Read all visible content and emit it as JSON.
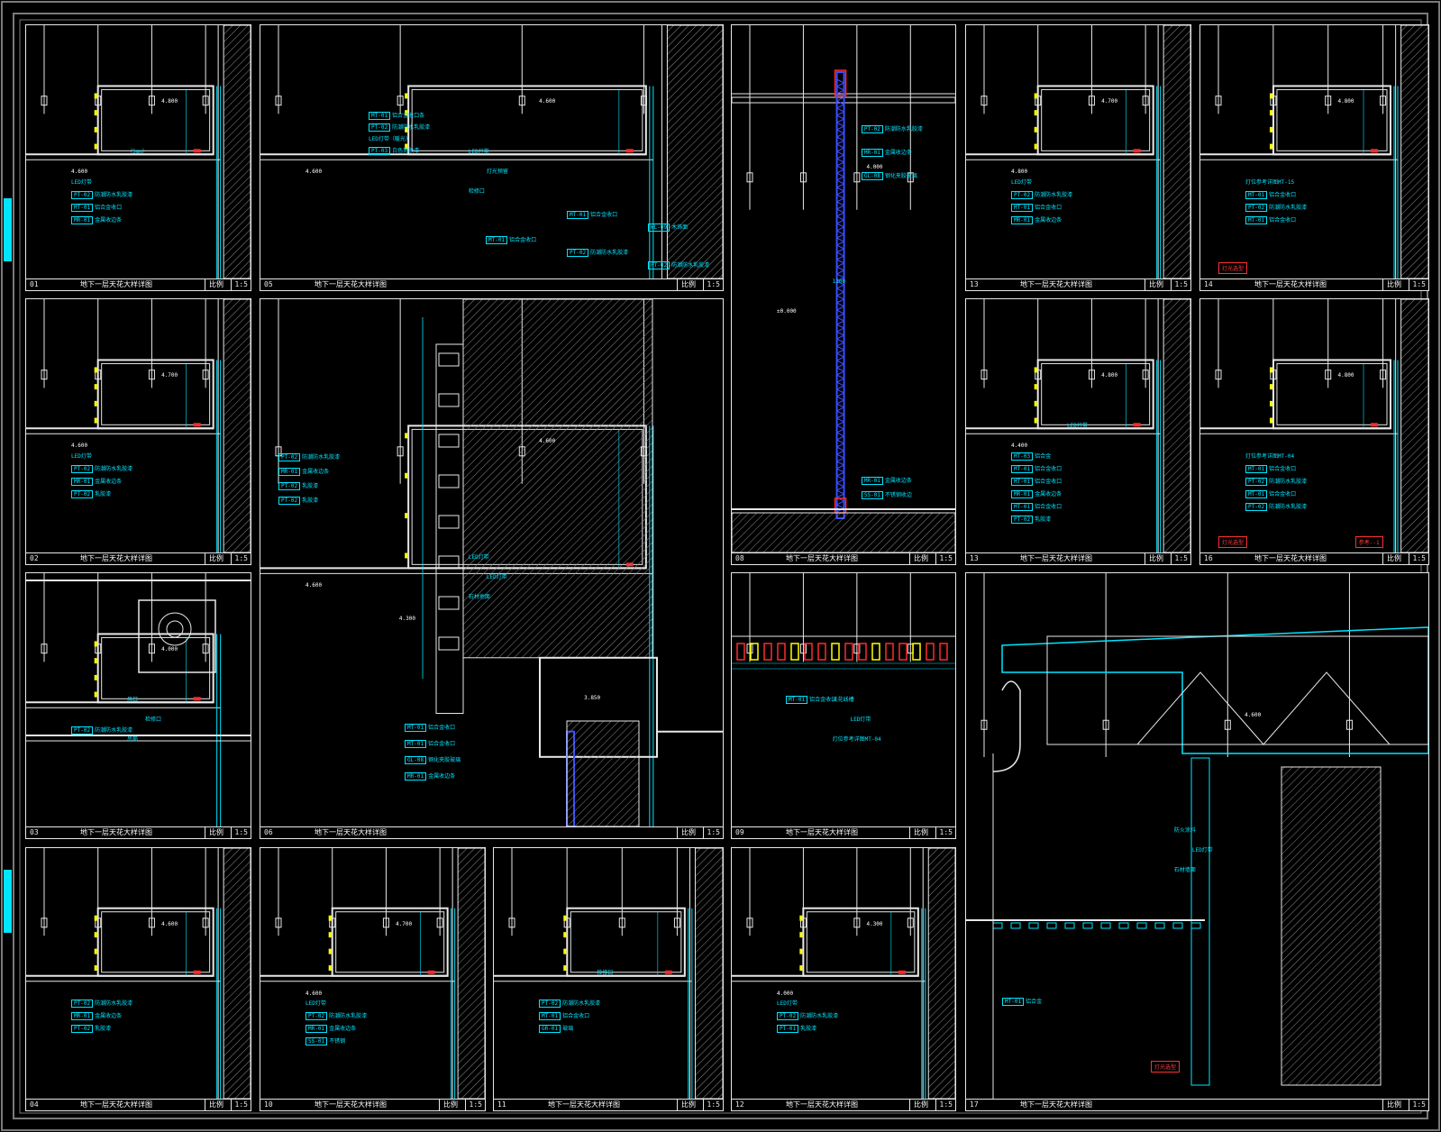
{
  "colors": {
    "frame": "#7a7a7a",
    "line": "#e8e8e8",
    "cyan": "#00e5ff",
    "red": "#ff2a2a",
    "yellow": "#ffff00",
    "blue": "#3a4dff",
    "hatch": "#8a8a8a"
  },
  "panels": [
    {
      "id": "p01",
      "no": "01",
      "title": "地下一层天花大样详图",
      "scale_label": "比例",
      "scale": "1:5",
      "elev": [
        "4.800",
        "4.600"
      ],
      "tags": [
        [
          "",
          "LED灯带"
        ],
        [
          "PT-02",
          "防潮防水乳胶漆"
        ],
        [
          "MT-01",
          "铝合金收口"
        ],
        [
          "MR-01",
          "金属收边条"
        ]
      ],
      "notes": [
        "（5mm）"
      ]
    },
    {
      "id": "p05",
      "no": "05",
      "title": "地下一层天花大样详图",
      "scale_label": "比例",
      "scale": "1:5",
      "elev": [
        "4.600",
        "4.600"
      ],
      "tags": [
        [
          "MT-01",
          "铝合金收口条"
        ],
        [
          "PT-02",
          "防潮防水乳胶漆"
        ],
        [
          "",
          "LED灯带（暖光）"
        ],
        [
          "PT-03",
          "白色乳胶漆"
        ],
        [
          "MT-01",
          "铝合金收口"
        ],
        [
          "WL-09",
          "木饰面"
        ],
        [
          "MT-01",
          "铝合金收口"
        ],
        [
          "PT-02",
          "防潮防水乳胶漆"
        ],
        [
          "PT-02",
          "防潮防水乳胶漆"
        ]
      ],
      "notes": [
        "LED灯带",
        "灯光预留",
        "检修口"
      ]
    },
    {
      "id": "p08",
      "no": "08",
      "title": "地下一层天花大样详图",
      "scale_label": "比例",
      "scale": "1:5",
      "elev": [
        "4.000",
        "±0.000"
      ],
      "tags": [
        [
          "PT-02",
          "防潮防水乳胶漆"
        ],
        [
          "MR-01",
          "金属收边条"
        ],
        [
          "GL-08",
          "钢化夹胶玻璃"
        ],
        [
          "MR-01",
          "金属收边条"
        ],
        [
          "SS-01",
          "不锈钢收边"
        ]
      ],
      "notes": [
        "1200"
      ]
    },
    {
      "id": "p13a",
      "no": "13",
      "title": "地下一层天花大样详图",
      "scale_label": "比例",
      "scale": "1:5",
      "elev": [
        "4.700",
        "4.800"
      ],
      "tags": [
        [
          "",
          "LED灯带"
        ],
        [
          "PT-02",
          "防潮防水乳胶漆"
        ],
        [
          "MT-01",
          "铝合金收口"
        ],
        [
          "MR-01",
          "金属收边条"
        ]
      ],
      "notes": []
    },
    {
      "id": "p14",
      "no": "14",
      "title": "地下一层天花大样详图",
      "scale_label": "比例",
      "scale": "1:5",
      "elev": [
        "4.800"
      ],
      "tags": [
        [
          "",
          "灯位参考详图MT-15"
        ],
        [
          "MT-01",
          "铝合金收口"
        ],
        [
          "PT-02",
          "防潮防水乳胶漆"
        ],
        [
          "MT-01",
          "铝合金收口"
        ]
      ],
      "notes": [],
      "rnotes": [
        "灯光选型"
      ]
    },
    {
      "id": "p02",
      "no": "02",
      "title": "地下一层天花大样详图",
      "scale_label": "比例",
      "scale": "1:5",
      "elev": [
        "4.700",
        "4.600"
      ],
      "tags": [
        [
          "",
          "LED灯带"
        ],
        [
          "PT-02",
          "防潮防水乳胶漆"
        ],
        [
          "MR-01",
          "金属收边条"
        ],
        [
          "PT-02",
          "乳胶漆"
        ]
      ],
      "notes": []
    },
    {
      "id": "p06",
      "no": "06",
      "title": "地下一层天花大样详图",
      "scale_label": "比例",
      "scale": "1:5",
      "elev": [
        "4.600",
        "4.600",
        "4.300",
        "3.850"
      ],
      "tags": [
        [
          "PT-02",
          "防潮防水乳胶漆"
        ],
        [
          "MR-01",
          "金属收边条"
        ],
        [
          "PT-02",
          "乳胶漆"
        ],
        [
          "PT-02",
          "乳胶漆"
        ],
        [
          "MT-01",
          "铝合金收口"
        ],
        [
          "MT-01",
          "铝合金收口"
        ],
        [
          "GL-08",
          "钢化夹胶玻璃"
        ],
        [
          "MR-01",
          "金属收边条"
        ]
      ],
      "notes": [
        "LED灯带",
        "LED灯带",
        "石材地面"
      ]
    },
    {
      "id": "p13b",
      "no": "13",
      "title": "地下一层天花大样详图",
      "scale_label": "比例",
      "scale": "1:5",
      "elev": [
        "4.800",
        "4.400"
      ],
      "tags": [
        [
          "MT-03",
          "铝合金"
        ],
        [
          "MT-01",
          "铝合金收口"
        ],
        [
          "MT-01",
          "铝合金收口"
        ],
        [
          "MR-01",
          "金属收边条"
        ],
        [
          "MT-01",
          "铝合金收口"
        ],
        [
          "PT-02",
          "乳胶漆"
        ]
      ],
      "notes": [
        "LED灯带"
      ]
    },
    {
      "id": "p16",
      "no": "16",
      "title": "地下一层天花大样详图",
      "scale_label": "比例",
      "scale": "1:5",
      "elev": [
        "4.800"
      ],
      "tags": [
        [
          "",
          "灯位参考详图MT-04"
        ],
        [
          "MT-01",
          "铝合金收口"
        ],
        [
          "PT-02",
          "防潮防水乳胶漆"
        ],
        [
          "MT-01",
          "铝合金收口"
        ],
        [
          "PT-02",
          "防潮防水乳胶漆"
        ]
      ],
      "notes": [],
      "rnotes": [
        "灯光选型",
        "参考--1"
      ]
    },
    {
      "id": "p03",
      "no": "03",
      "title": "地下一层天花大样详图",
      "scale_label": "比例",
      "scale": "1:5",
      "elev": [
        "4.000"
      ],
      "tags": [
        [
          "PT-02",
          "防潮防水乳胶漆"
        ]
      ],
      "notes": [
        "风口",
        "检修口",
        "吊筋"
      ]
    },
    {
      "id": "p09",
      "no": "09",
      "title": "地下一层天花大样详图",
      "scale_label": "比例",
      "scale": "1:5",
      "elev": [],
      "tags": [
        [
          "MT-01",
          "铝合金收口"
        ]
      ],
      "notes": [
        "天花线槽",
        "LED灯带",
        "灯位参考详图MT-04"
      ]
    },
    {
      "id": "p04",
      "no": "04",
      "title": "地下一层天花大样详图",
      "scale_label": "比例",
      "scale": "1:5",
      "elev": [
        "4.600"
      ],
      "tags": [
        [
          "PT-02",
          "防潮防水乳胶漆"
        ],
        [
          "MR-01",
          "金属收边条"
        ],
        [
          "PT-02",
          "乳胶漆"
        ]
      ],
      "notes": []
    },
    {
      "id": "p10",
      "no": "10",
      "title": "地下一层天花大样详图",
      "scale_label": "比例",
      "scale": "1:5",
      "elev": [
        "4.700",
        "4.600"
      ],
      "tags": [
        [
          "",
          "LED灯带"
        ],
        [
          "PT-02",
          "防潮防水乳胶漆"
        ],
        [
          "MR-01",
          "金属收边条"
        ],
        [
          "SS-01",
          "不锈钢"
        ]
      ],
      "notes": []
    },
    {
      "id": "p11",
      "no": "11",
      "title": "地下一层天花大样详图",
      "scale_label": "比例",
      "scale": "1:5",
      "elev": [],
      "tags": [
        [
          "PT-02",
          "防潮防水乳胶漆"
        ],
        [
          "MT-01",
          "铝合金收口"
        ],
        [
          "GR-01",
          "玻璃"
        ]
      ],
      "notes": [
        "检修口"
      ]
    },
    {
      "id": "p12",
      "no": "12",
      "title": "地下一层天花大样详图",
      "scale_label": "比例",
      "scale": "1:5",
      "elev": [
        "4.300",
        "4.000"
      ],
      "tags": [
        [
          "",
          "LED灯带"
        ],
        [
          "PT-02",
          "防潮防水乳胶漆"
        ],
        [
          "PT-01",
          "乳胶漆"
        ]
      ],
      "notes": []
    },
    {
      "id": "p17",
      "no": "17",
      "title": "地下一层天花大样详图",
      "scale_label": "比例",
      "scale": "1:5",
      "elev": [
        "4.600"
      ],
      "tags": [
        [
          "MT-01",
          "铝合金"
        ]
      ],
      "notes": [
        "防火涂料",
        "LED灯带",
        "石材墙面"
      ],
      "rnotes": [
        "灯光选型"
      ]
    }
  ]
}
